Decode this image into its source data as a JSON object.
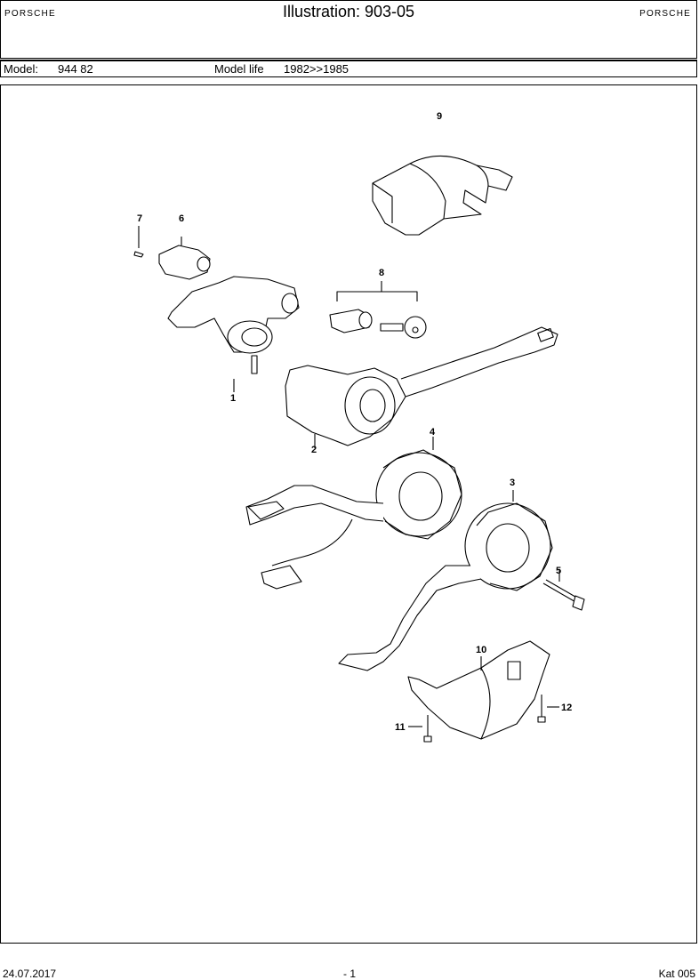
{
  "header": {
    "brand_left": "PORSCHE",
    "brand_right": "PORSCHE",
    "title": "Illustration: 903-05"
  },
  "model_bar": {
    "model_label": "Model:",
    "model_value": "944 82",
    "life_label": "Model life",
    "life_value": "1982>>1985"
  },
  "diagram": {
    "callouts": [
      "1",
      "2",
      "3",
      "4",
      "5",
      "6",
      "7",
      "8",
      "9",
      "10",
      "11",
      "12"
    ]
  },
  "footer": {
    "date": "24.07.2017",
    "page": "- 1",
    "catalog": "Kat 005"
  }
}
